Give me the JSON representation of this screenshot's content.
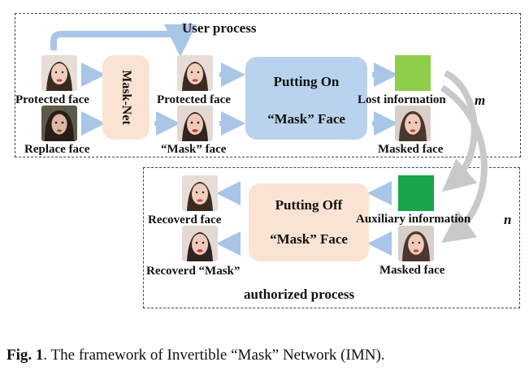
{
  "top_box": {
    "title": "User process",
    "protected_face_label": "Protected face",
    "replace_face_label": "Replace face",
    "mask_net_label": "Mask-Net",
    "protected_face_out_label": "Protected face",
    "mask_face_label": "“Mask” face",
    "putting_on_line1": "Putting On",
    "putting_on_line2": "“Mask” Face",
    "lost_information_label": "Lost information",
    "lost_information_symbol": "m",
    "masked_face_label": "Masked face"
  },
  "bottom_box": {
    "title": "authorized process",
    "recovered_face_label": "Recoverd face",
    "recovered_mask_label": "Recoverd “Mask”",
    "putting_off_line1": "Putting Off",
    "putting_off_line2": "“Mask” Face",
    "auxiliary_information_label": "Auxiliary information",
    "auxiliary_information_symbol": "n",
    "masked_face_label": "Masked face"
  },
  "caption": {
    "prefix": "Fig. 1",
    "text": ". The framework of Invertible “Mask” Network (IMN)."
  },
  "colors": {
    "arrow": "#a9c5e8",
    "curved_arrow": "#c9c9c9",
    "putting_on_fill": "#b9d3ee",
    "peach_fill": "#fbe3d3",
    "lost_info_green": "#8fce4a",
    "aux_info_green": "#1aa54a"
  }
}
